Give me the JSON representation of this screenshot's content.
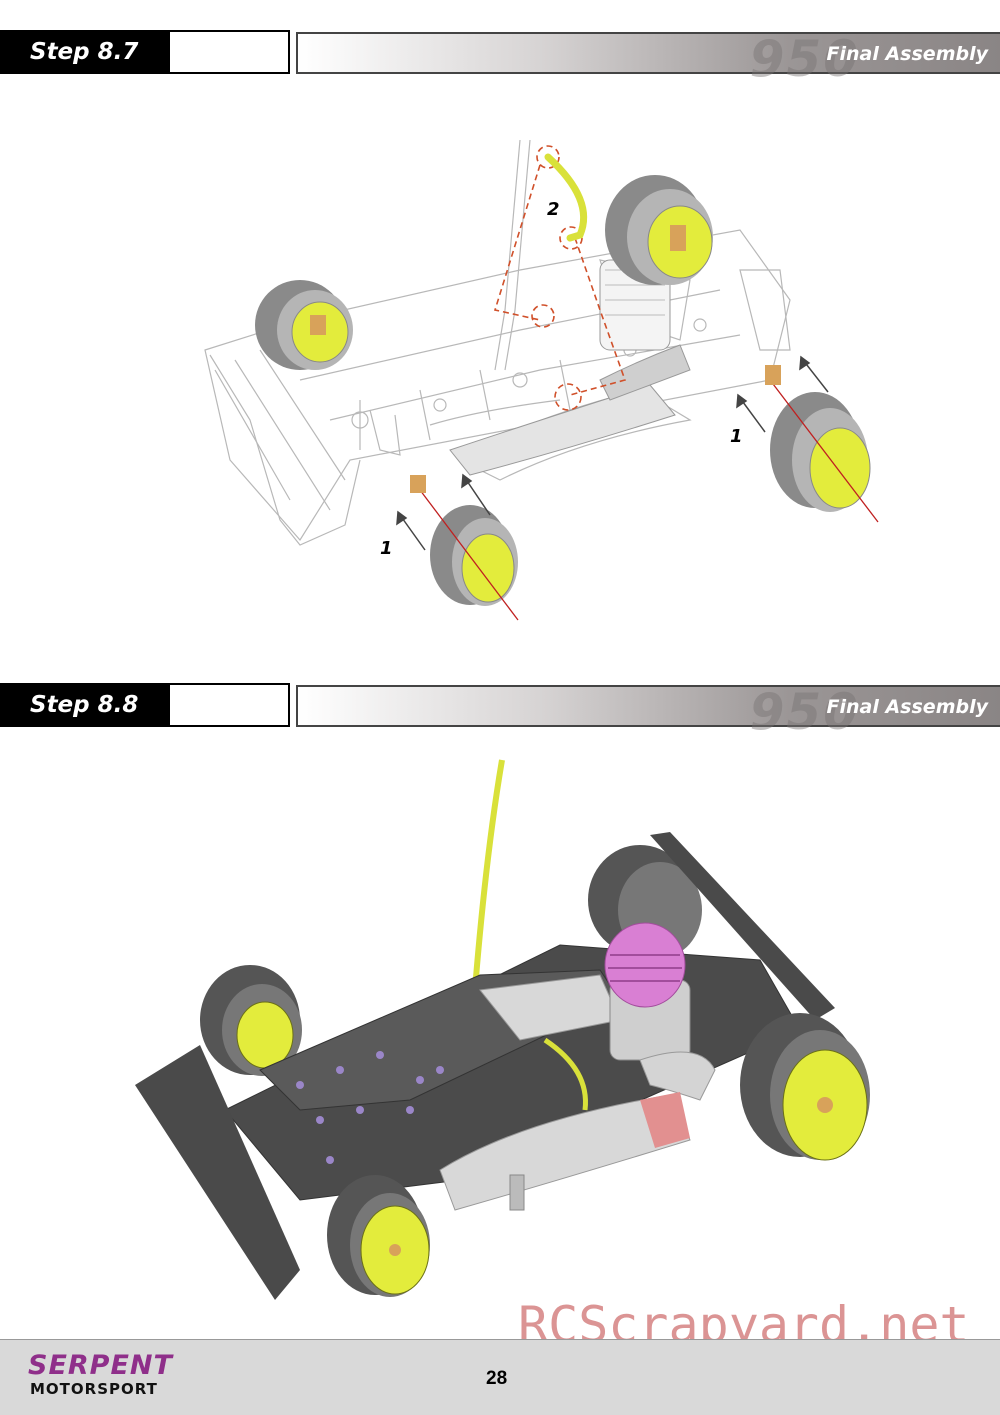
{
  "steps": [
    {
      "label": "Step 8.7",
      "brand": "950",
      "title": "Final Assembly"
    },
    {
      "label": "Step 8.8",
      "brand": "950",
      "title": "Final Assembly"
    }
  ],
  "callouts": {
    "one": "1",
    "two": "2"
  },
  "footer": {
    "brand_top": "SERPENT",
    "brand_bottom": "MOTORSPORT",
    "page_number": "28"
  },
  "watermark": "RCScrapyard.net",
  "colors": {
    "tire": "#7a7a7a",
    "rim": "#e3ec3c",
    "engine_head": "#d97fd3",
    "brand_purple": "#8f2f8a",
    "header_black": "#000000"
  }
}
